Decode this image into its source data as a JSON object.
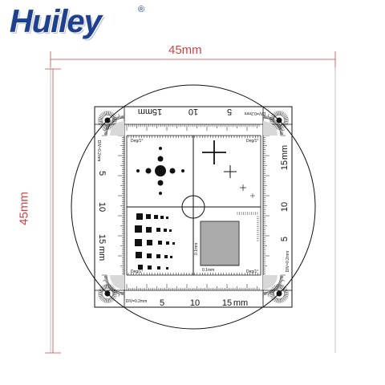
{
  "logo": {
    "name": "Huiley",
    "registered": "®"
  },
  "dimensions": {
    "width_label": "45mm",
    "height_label": "45mm"
  },
  "reticle": {
    "top_scale": [
      "15",
      "10",
      "5"
    ],
    "top_unit": "mm",
    "bottom_scale": [
      "5",
      "10",
      "15"
    ],
    "bottom_unit": "mm",
    "left_scale": [
      "5",
      "10",
      "15"
    ],
    "left_unit": "mm",
    "right_scale": [
      "15",
      "10",
      "5"
    ],
    "right_unit": "mm",
    "div_label": "DIV=0.2mm",
    "deg_label": "Deg/1°",
    "grid_label": "0.1mm",
    "colors": {
      "dimension": "#d04343",
      "logo": "#1f3f8f",
      "ink": "#111111"
    }
  }
}
